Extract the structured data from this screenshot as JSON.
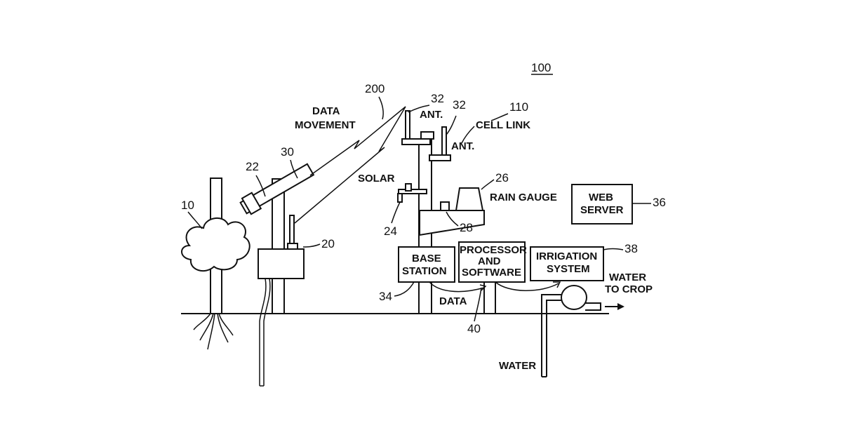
{
  "figure_number": "100",
  "labels": {
    "data_movement": [
      "DATA",
      "MOVEMENT"
    ],
    "ant_1": "ANT.",
    "ant_2": "ANT.",
    "cell_link": "CELL LINK",
    "solar": "SOLAR",
    "rain_gauge": "RAIN GAUGE",
    "web_server": [
      "WEB",
      "SERVER"
    ],
    "base_station": [
      "BASE",
      "STATION"
    ],
    "processor_software": [
      "PROCESSOR",
      "AND",
      "SOFTWARE"
    ],
    "irrigation_system": [
      "IRRIGATION",
      "SYSTEM"
    ],
    "water_to_crop": [
      "WATER",
      "TO CROP"
    ],
    "data": "DATA",
    "water": "WATER"
  },
  "refs": {
    "r200": "200",
    "r32a": "32",
    "r32b": "32",
    "r110": "110",
    "r30": "30",
    "r22": "22",
    "r10": "10",
    "r20": "20",
    "r26": "26",
    "r24": "24",
    "r28": "28",
    "r36": "36",
    "r38": "38",
    "r34": "34",
    "r40": "40"
  }
}
